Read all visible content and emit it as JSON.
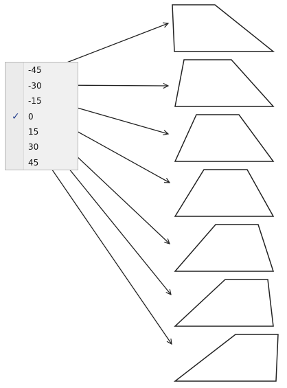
{
  "menu": {
    "items": [
      {
        "label": "-45",
        "checked": false
      },
      {
        "label": "-30",
        "checked": false
      },
      {
        "label": "-15",
        "checked": false
      },
      {
        "label": "0",
        "checked": true
      },
      {
        "label": "15",
        "checked": false
      },
      {
        "label": "30",
        "checked": false
      },
      {
        "label": "45",
        "checked": false
      }
    ],
    "check_glyph": "✓",
    "check_icon": "checkmark-icon",
    "colors": {
      "background": "#f0f0f0",
      "border": "#b7b7b7",
      "gutter": "#ebebeb",
      "check": "#1f3b8c"
    }
  },
  "diagram": {
    "stroke_color": "#222222",
    "shape": "trapezoid",
    "previews": [
      {
        "value": "-45"
      },
      {
        "value": "-30"
      },
      {
        "value": "-15"
      },
      {
        "value": "0"
      },
      {
        "value": "15"
      },
      {
        "value": "30"
      },
      {
        "value": "45"
      }
    ]
  }
}
